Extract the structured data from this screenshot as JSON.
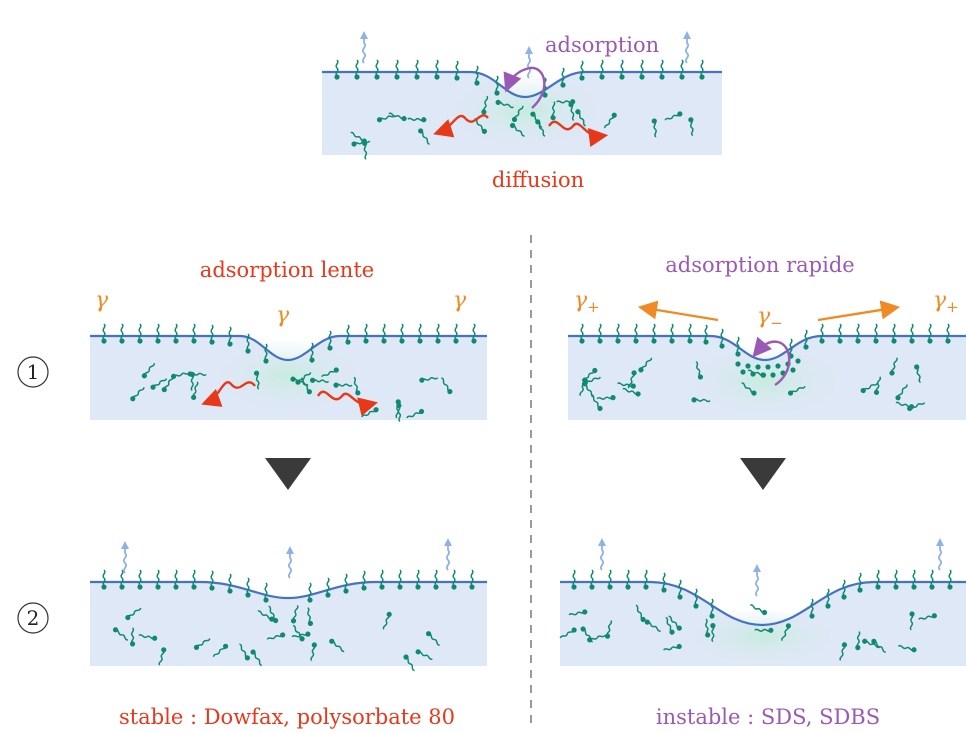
{
  "top": {
    "adsorption_label": "adsorption",
    "diffusion_label": "diffusion"
  },
  "left_column": {
    "heading": "adsorption lente",
    "gamma": "γ",
    "conclusion": "stable : Dowfax, polysorbate 80"
  },
  "right_column": {
    "heading": "adsorption rapide",
    "gamma": "γ",
    "gamma_plus_sub": "+",
    "gamma_minus_sub": "−",
    "conclusion": "instable : SDS, SDBS"
  },
  "steps": [
    "1",
    "2"
  ],
  "colors": {
    "liquid": "#dfe8f6",
    "liquid_center": "#cfeee3",
    "interface": "#4472c4",
    "surfactant": "#0f8a72",
    "diffusion": "#e8381a",
    "adsorption": "#9b59b6",
    "tension": "#f08a24",
    "desorb": "#8fb2e6",
    "separator": "#9a9a9a",
    "triangle": "#3a3a3a"
  }
}
